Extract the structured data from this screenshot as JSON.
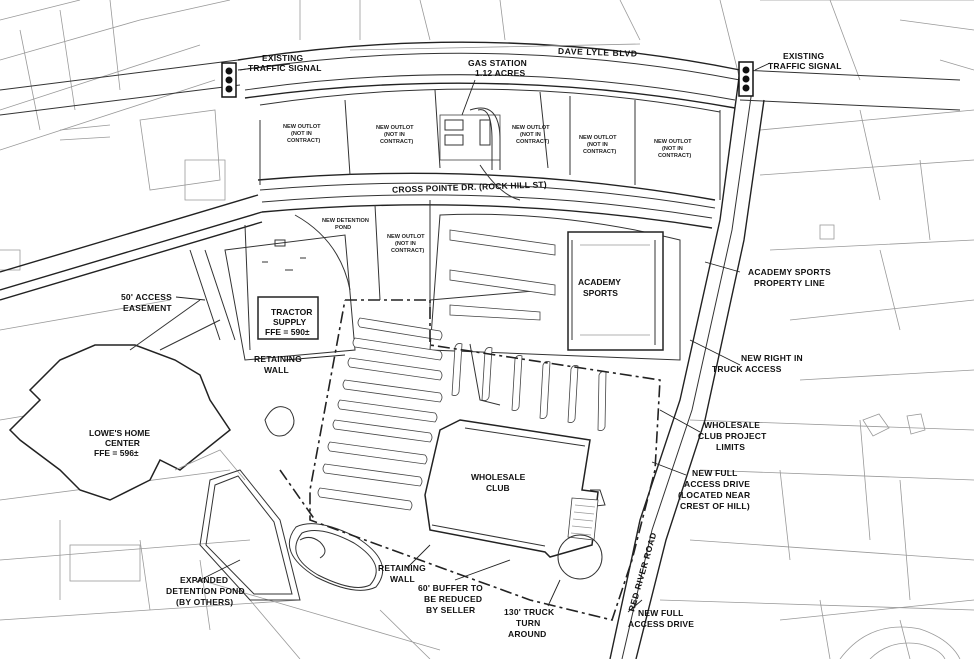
{
  "labels": {
    "dave_lyle": "DAVE LYLE BLVD",
    "signal_left_1": "EXISTING",
    "signal_left_2": "TRAFFIC SIGNAL",
    "signal_right_1": "EXISTING",
    "signal_right_2": "TRAFFIC SIGNAL",
    "gas_1": "GAS STATION",
    "gas_2": "1.12 ACRES",
    "cross_pointe": "CROSS POINTE DR. (ROCK HILL ST)",
    "outlot_new": "NEW OUTLOT",
    "outlot_not": "(NOT IN",
    "outlot_contract": "CONTRACT)",
    "detention_1": "NEW DETENTION",
    "detention_2": "POND",
    "academy_1": "ACADEMY",
    "academy_2": "SPORTS",
    "academy_line_1": "ACADEMY SPORTS",
    "academy_line_2": "PROPERTY LINE",
    "access_1": "50' ACCESS",
    "access_2": "EASEMENT",
    "tractor_1": "TRACTOR",
    "tractor_2": "SUPPLY",
    "tractor_3": "FFE = 590±",
    "retaining_wall_1": "RETAINING",
    "retaining_wall_2": "WALL",
    "truck_access_1": "NEW RIGHT IN",
    "truck_access_2": "TRUCK ACCESS",
    "lowes_1": "LOWE'S HOME",
    "lowes_2": "CENTER",
    "lowes_3": "FFE = 596±",
    "wholesale_1": "WHOLESALE",
    "wholesale_2": "CLUB",
    "limits_1": "WHOLESALE",
    "limits_2": "CLUB PROJECT",
    "limits_3": "LIMITS",
    "full_access_1": "NEW FULL",
    "full_access_2": "ACCESS DRIVE",
    "full_access_3": "(LOCATED NEAR",
    "full_access_4": "CREST OF HILL)",
    "red_river": "RED RIVER ROAD",
    "expanded_1": "EXPANDED",
    "expanded_2": "DETENTION POND",
    "expanded_3": "(BY OTHERS)",
    "retaining_wall_b_1": "RETAINING",
    "retaining_wall_b_2": "WALL",
    "buffer_1": "60' BUFFER TO",
    "buffer_2": "BE REDUCED",
    "buffer_3": "BY SELLER",
    "truck_turn_1": "130' TRUCK",
    "truck_turn_2": "TURN",
    "truck_turn_3": "AROUND",
    "full_access_b_1": "NEW FULL",
    "full_access_b_2": "ACCESS DRIVE"
  }
}
